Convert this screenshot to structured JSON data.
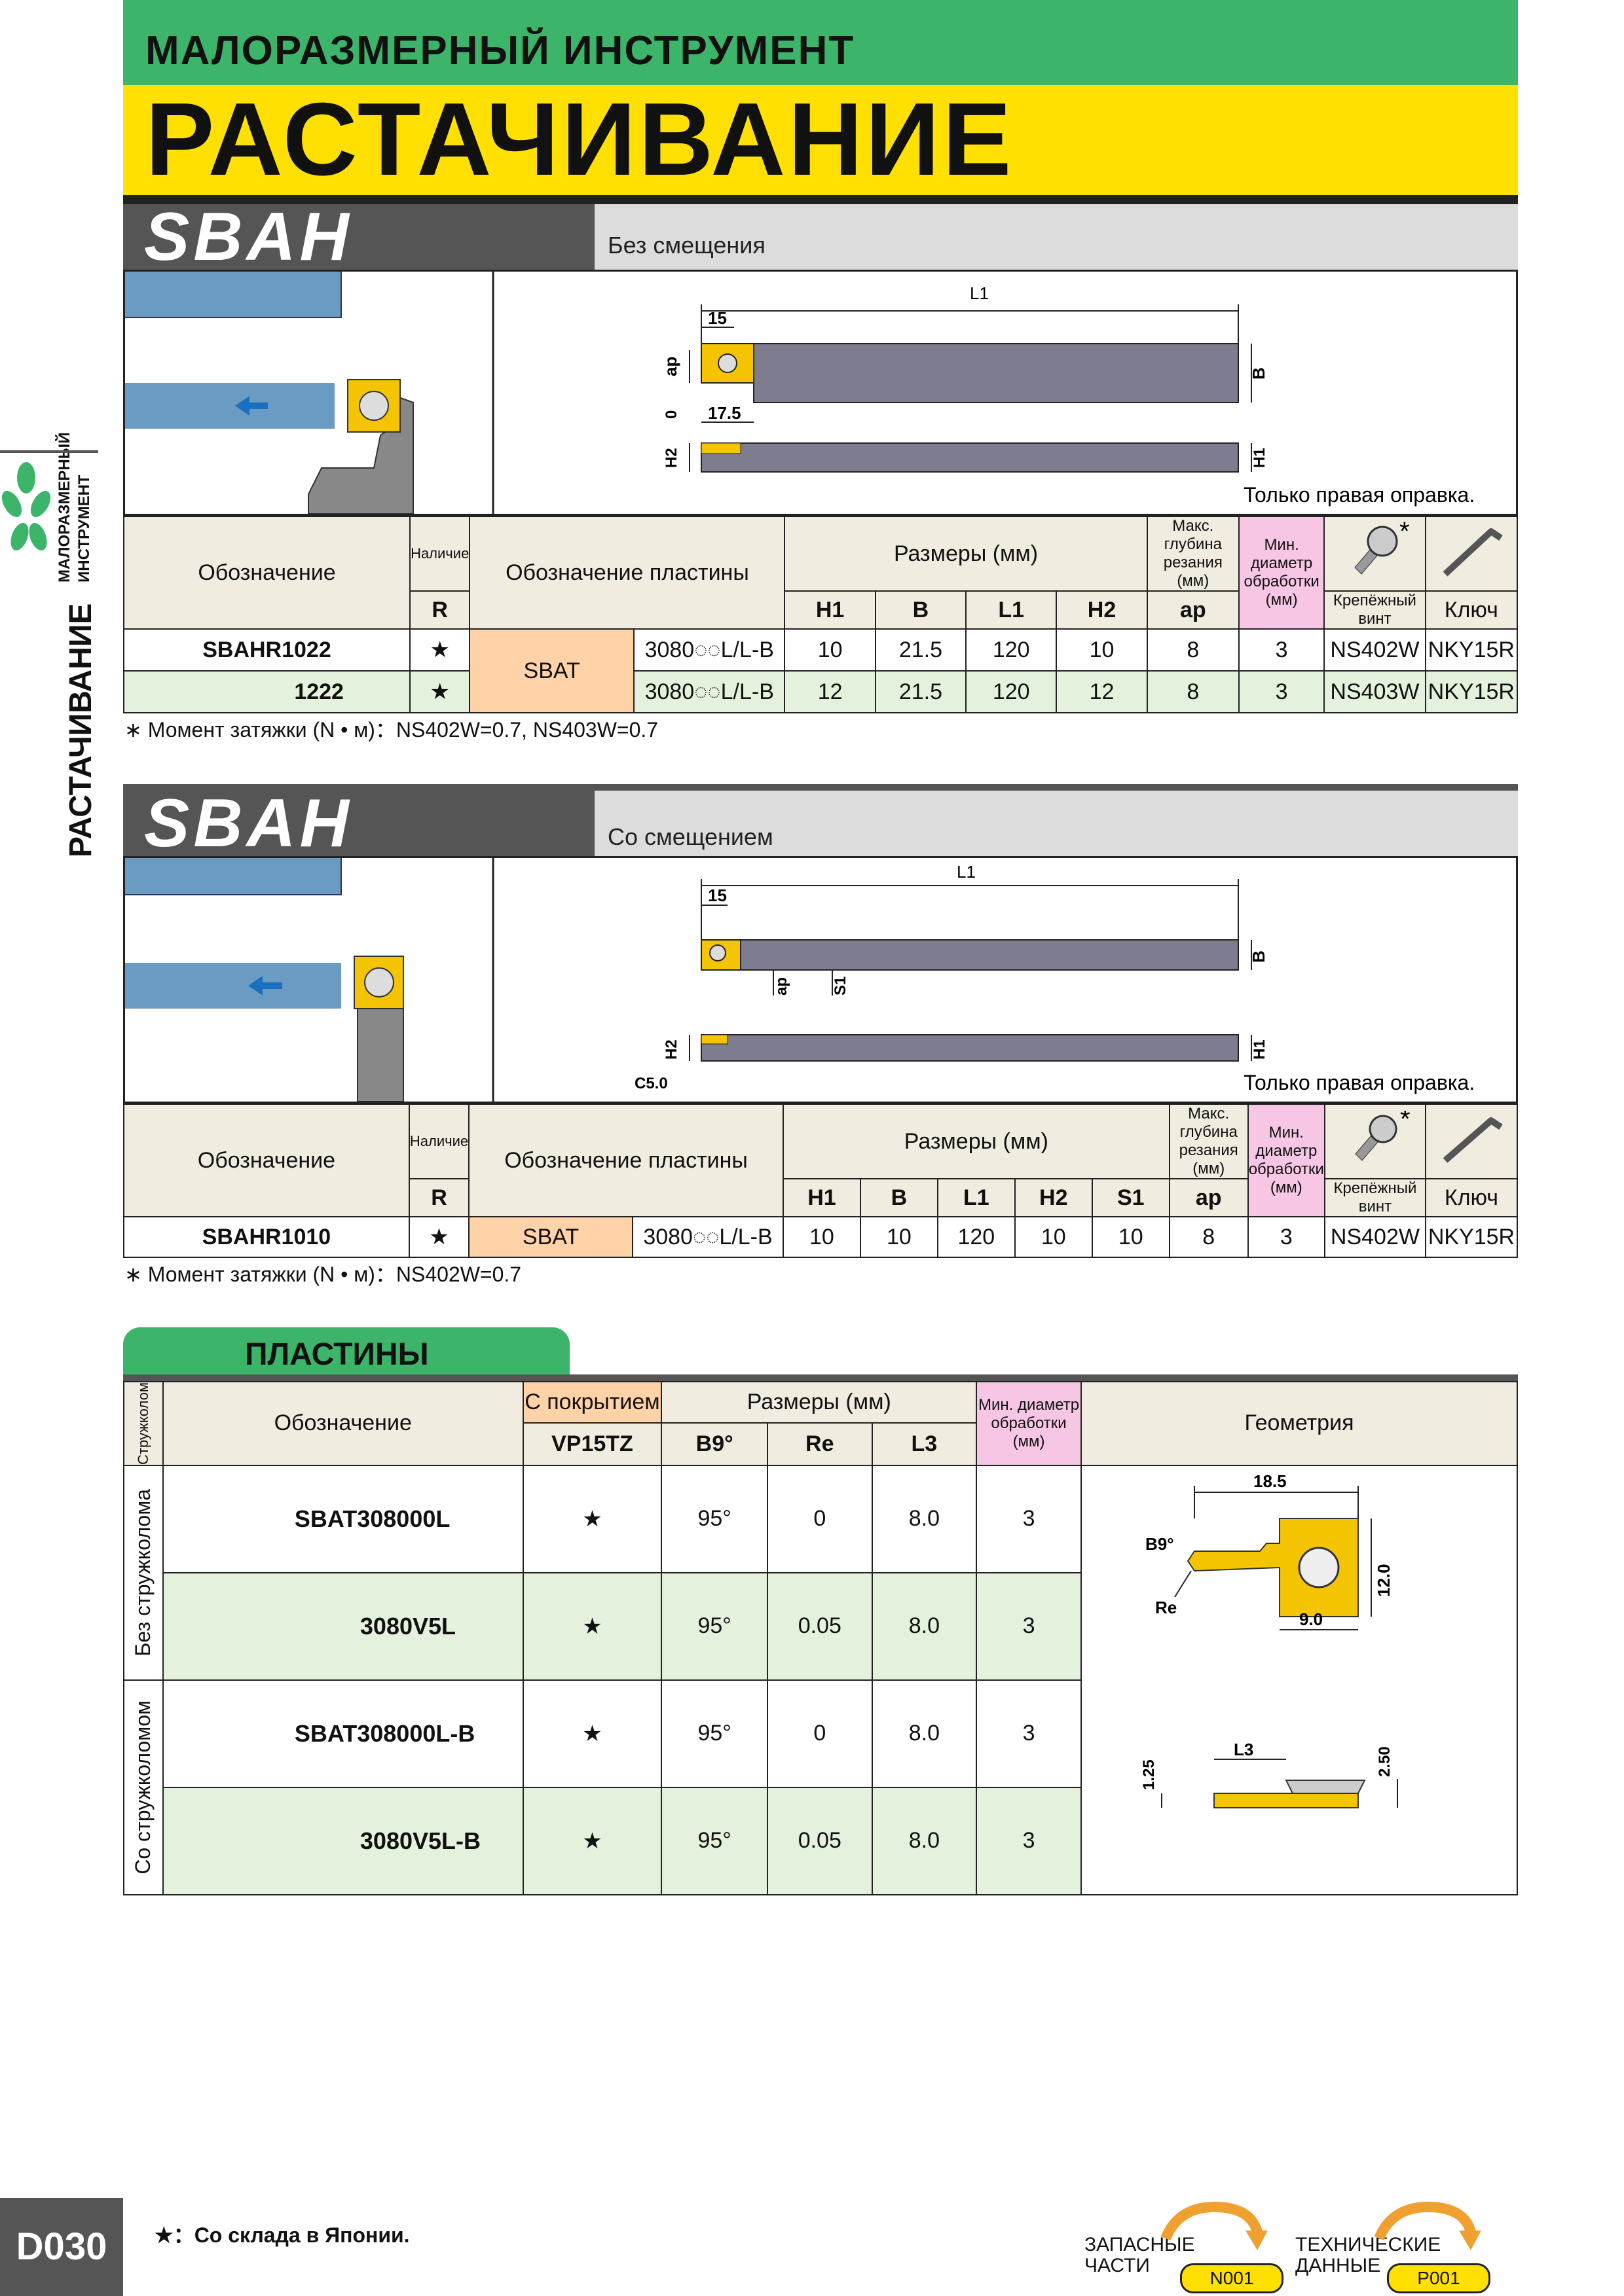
{
  "header": {
    "subtitle": "МАЛОРАЗМЕРНЫЙ ИНСТРУМЕНТ",
    "title": "РАСТАЧИВАНИЕ"
  },
  "side": {
    "small_label": "МАЛОРАЗМЕРНЫЙ ИНСТРУМЕНТ",
    "big_label": "РАСТАЧИВАНИЕ"
  },
  "section1": {
    "name": "SBAH",
    "type": "Без смещения",
    "right_only": "Только правая оправка.",
    "dims": {
      "L1": "L1",
      "d15": "15",
      "d17": "17.5",
      "ap": "ap",
      "zero": "0",
      "B": "B",
      "H2": "H2",
      "H1": "H1"
    },
    "headers": {
      "designation": "Обозначение",
      "availability": "Наличие",
      "insert": "Обозначение пластины",
      "dimensions": "Размеры (мм)",
      "max_depth": "Макс. глубина резания (мм)",
      "ap": "ap",
      "min_dia": "Мин. диаметр обработки (мм)",
      "screw": "Крепёжный винт",
      "key": "Ключ",
      "R": "R",
      "H1": "H1",
      "B": "B",
      "L1": "L1",
      "H2": "H2"
    },
    "rows": [
      {
        "designation": "SBAHR1022",
        "avail": "★",
        "insert_type": "SBAT",
        "insert_code": "3080◌◌L/L-B",
        "H1": "10",
        "B": "21.5",
        "L1": "120",
        "H2": "10",
        "ap": "8",
        "min": "3",
        "screw": "NS402W",
        "key": "NKY15R"
      },
      {
        "designation": "1222",
        "avail": "★",
        "insert_type": "",
        "insert_code": "3080◌◌L/L-B",
        "H1": "12",
        "B": "21.5",
        "L1": "120",
        "H2": "12",
        "ap": "8",
        "min": "3",
        "screw": "NS403W",
        "key": "NKY15R"
      }
    ],
    "note": "∗ Момент затяжки (N • м)：NS402W=0.7, NS403W=0.7"
  },
  "section2": {
    "name": "SBAH",
    "type": "Со смещением",
    "right_only": "Только правая оправка.",
    "dims": {
      "L1": "L1",
      "d15": "15",
      "ap": "ap",
      "S1": "S1",
      "B": "B",
      "H2": "H2",
      "H1": "H1",
      "C": "C5.0"
    },
    "headers": {
      "designation": "Обозначение",
      "availability": "Наличие",
      "insert": "Обозначение пластины",
      "dimensions": "Размеры (мм)",
      "max_depth": "Макс. глубина резания (мм)",
      "ap": "ap",
      "min_dia": "Мин. диаметр обработки (мм)",
      "screw": "Крепёжный винт",
      "key": "Ключ",
      "R": "R",
      "H1": "H1",
      "B": "B",
      "L1": "L1",
      "H2": "H2",
      "S1": "S1"
    },
    "rows": [
      {
        "designation": "SBAHR1010",
        "avail": "★",
        "insert_type": "SBAT",
        "insert_code": "3080◌◌L/L-B",
        "H1": "10",
        "B": "10",
        "L1": "120",
        "H2": "10",
        "S1": "10",
        "ap": "8",
        "min": "3",
        "screw": "NS402W",
        "key": "NKY15R"
      }
    ],
    "note": "∗ Момент затяжки (N • м)：NS402W=0.7"
  },
  "inserts": {
    "tab_label": "ПЛАСТИНЫ",
    "headers": {
      "chipbreaker": "Стружколом",
      "designation": "Обозначение",
      "coated": "С покрытием",
      "grade": "VP15TZ",
      "dimensions": "Размеры (мм)",
      "B9": "B9°",
      "Re": "Re",
      "L3": "L3",
      "min_dia": "Мин. диаметр обработки (мм)",
      "geometry": "Геометрия"
    },
    "groups": [
      {
        "label": "Без стружколома",
        "rows": [
          {
            "designation": "SBAT308000L",
            "star": "★",
            "B9": "95°",
            "Re": "0",
            "L3": "8.0",
            "min": "3"
          },
          {
            "designation": "3080V5L",
            "star": "★",
            "B9": "95°",
            "Re": "0.05",
            "L3": "8.0",
            "min": "3"
          }
        ]
      },
      {
        "label": "Со стружколомом",
        "rows": [
          {
            "designation": "SBAT308000L-B",
            "star": "★",
            "B9": "95°",
            "Re": "0",
            "L3": "8.0",
            "min": "3"
          },
          {
            "designation": "3080V5L-B",
            "star": "★",
            "B9": "95°",
            "Re": "0.05",
            "L3": "8.0",
            "min": "3"
          }
        ]
      }
    ],
    "geometry": {
      "w": "18.5",
      "h": "12.0",
      "b": "9.0",
      "B9": "B9°",
      "Re": "Re",
      "L3": "L3",
      "t1": "1.25",
      "t2": "2.50"
    }
  },
  "footer": {
    "page": "D030",
    "stock_note": "★：Со склада в Японии.",
    "spare_label1": "ЗАПАСНЫЕ",
    "spare_label2": "ЧАСТИ",
    "spare_code": "N001",
    "tech_label1": "ТЕХНИЧЕСКИЕ",
    "tech_label2": "ДАННЫЕ",
    "tech_code": "P001"
  },
  "colors": {
    "green": "#3cb56b",
    "yellow": "#ffe000",
    "orange": "#ffd2a8",
    "pink": "#f7c6e4",
    "rowgreen": "#e4f1dc"
  }
}
